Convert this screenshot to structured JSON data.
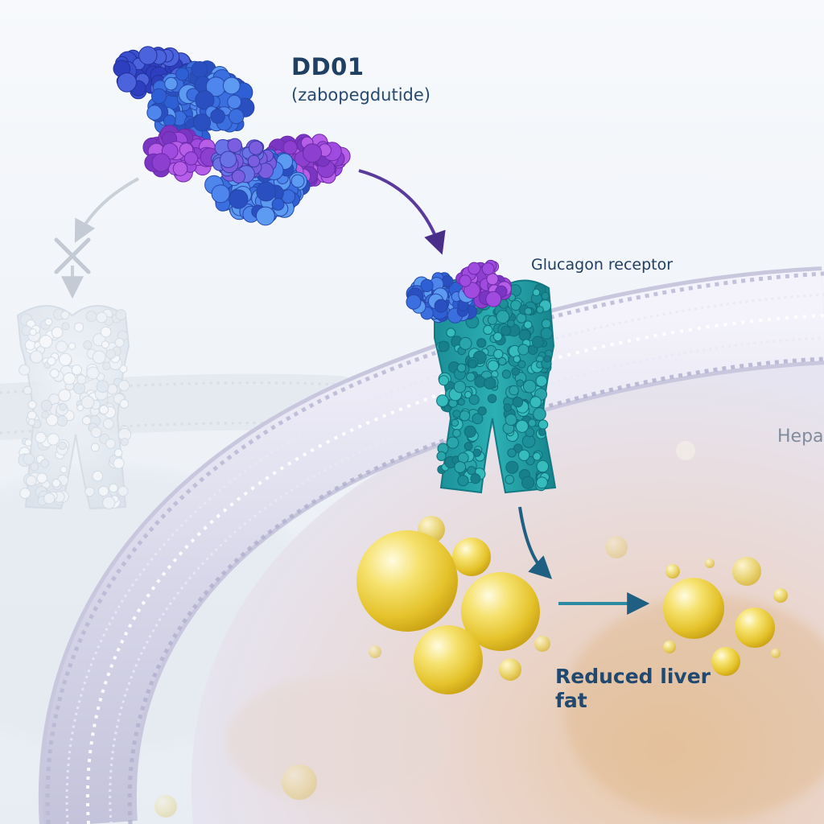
{
  "labels": {
    "drug_name": "DD01",
    "drug_subtitle": "(zabopegdutide)",
    "receptor": "Glucagon receptor",
    "cell_partial": "Hepa",
    "result": "Reduced liver fat"
  },
  "colors": {
    "drug_blue": "#3b6fe0",
    "drug_purple": "#a04be0",
    "receptor_teal": "#1fa3a8",
    "fat_yellow": "#f3d338",
    "arrow_purple": "#5a3a9c",
    "arrow_teal": "#2c8aa3",
    "label_navy": "#1f3f63"
  },
  "icons": {
    "blocked": "cross-icon"
  }
}
